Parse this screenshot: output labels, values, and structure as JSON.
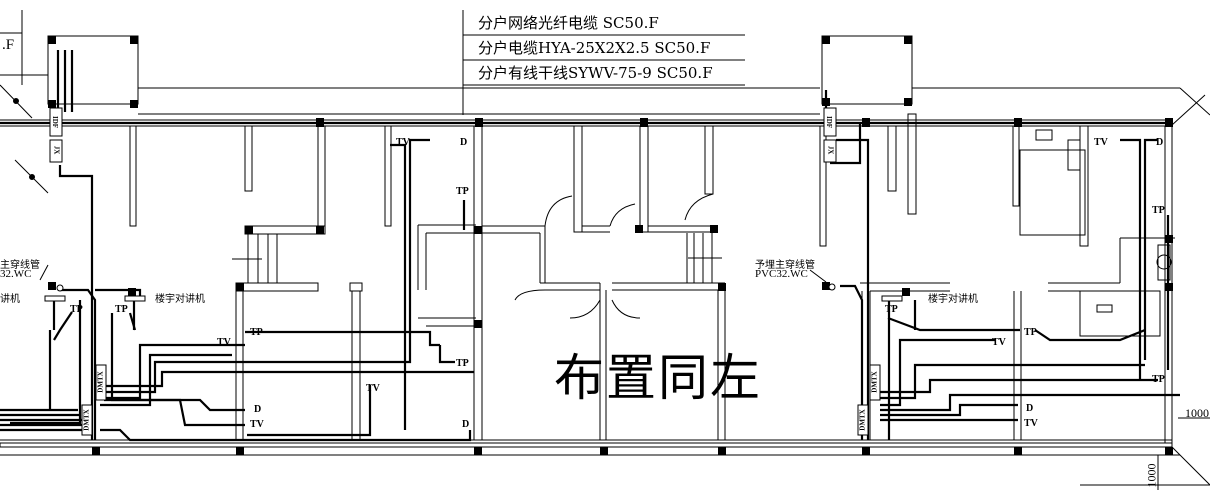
{
  "legend": {
    "items": [
      {
        "label": "分户网络光纤电缆 SC50.F"
      },
      {
        "label": "分户电缆HYA-25X2X2.5 SC50.F"
      },
      {
        "label": "分户有线干线SYWV-75-9 SC50.F"
      }
    ],
    "cut_off_left": ".F"
  },
  "annotations": {
    "center_note": "布置同左",
    "left_conduit_line1": "主穿线管",
    "left_conduit_line2": "32.WC",
    "left_intercom_partial": "讲机",
    "left_intercom": "楼宇对讲机",
    "right_conduit_line1": "予埋主穿线管",
    "right_conduit_line2": "PVC32.WC",
    "right_intercom": "楼宇对讲机"
  },
  "devices": {
    "tv": "TV",
    "door": "D",
    "tp": "TP",
    "idf": "IDF",
    "jx": "JX",
    "dmtx": "DMTX"
  },
  "dimensions": {
    "right_vertical": "1000",
    "bottom_vertical": "1000"
  },
  "colors": {
    "line": "#000000",
    "wall_fill": "#ffffff",
    "background": "#ffffff"
  }
}
